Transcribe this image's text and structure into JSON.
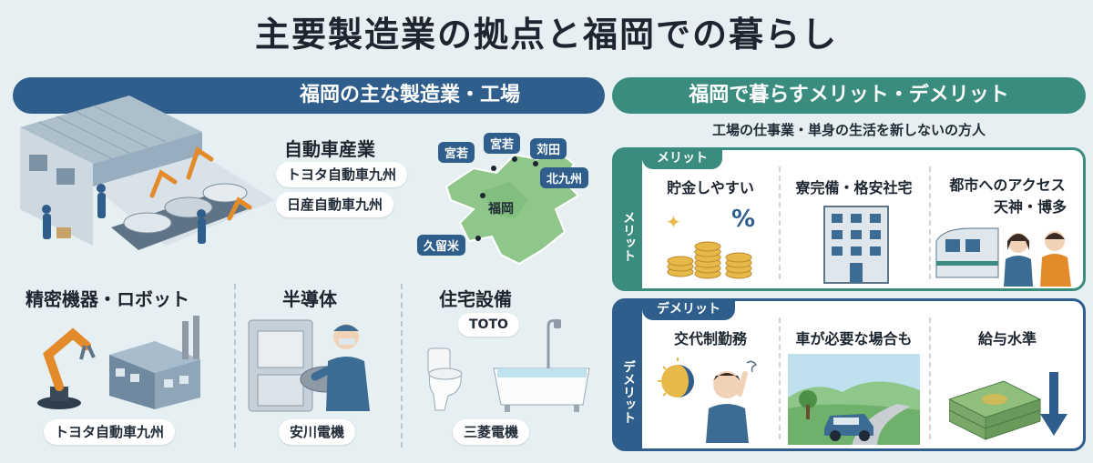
{
  "title": "主要製造業の拠点と福岡での暮らし",
  "left_banner": "福岡の主な製造業・工場",
  "right_banner": "福岡で暮らすメリット・デメリット",
  "right_subtitle": "工場の仕事業・単身の生活を新しないの方人",
  "automotive": {
    "heading": "自動車産業",
    "companies": [
      "トヨタ自動車九州",
      "日産自動車九州"
    ]
  },
  "map": {
    "labels": [
      "宮若",
      "宮若",
      "苅田",
      "北九州",
      "福岡",
      "久留米"
    ]
  },
  "industries": [
    {
      "heading": "精密機器・ロボット",
      "company": "トヨタ自動車九州"
    },
    {
      "heading": "半導体",
      "company": "安川電機"
    },
    {
      "heading": "住宅設備",
      "brand": "TOTO",
      "company": "三菱電機"
    }
  ],
  "merit": {
    "side_label": "メリット",
    "tag": "メリット",
    "items": [
      {
        "title": "貯金しやすい"
      },
      {
        "title": "寮完備・格安社宅"
      },
      {
        "title": "都市へのアクセス",
        "sub": "天神・博多"
      }
    ]
  },
  "demerit": {
    "side_label": "デメリット",
    "tag": "デメリット",
    "items": [
      {
        "title": "交代制勤務"
      },
      {
        "title": "車が必要な場合も"
      },
      {
        "title": "給与水準"
      }
    ]
  },
  "colors": {
    "navy": "#2f5e8c",
    "teal": "#3a8c7e",
    "background": "#e6f0f3",
    "gold": "#e7b84a",
    "map_green": "#8fc78a",
    "robot_orange": "#e38a2a"
  }
}
